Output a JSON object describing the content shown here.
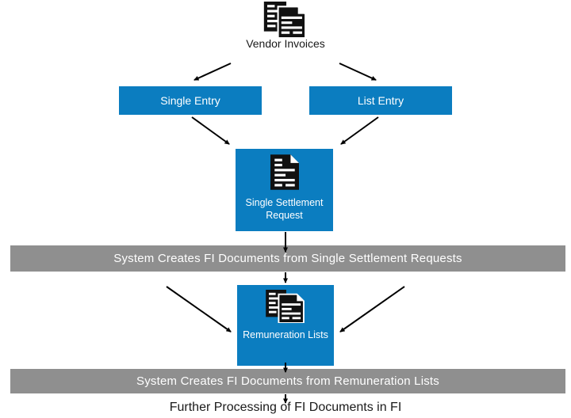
{
  "colors": {
    "accent_blue": "#0b7dc0",
    "banner_gray": "#8f8f8f",
    "arrow_black": "#000000",
    "text_black": "#1a1a1a",
    "text_white": "#ffffff"
  },
  "icons": {
    "vendor_invoices": "documents-stack-icon",
    "single_settlement_request": "document-icon",
    "remuneration_lists": "documents-stack-icon"
  },
  "diagram": {
    "source": {
      "label": "Vendor Invoices"
    },
    "entry_nodes": [
      {
        "label": "Single Entry"
      },
      {
        "label": "List Entry"
      }
    ],
    "settlement_node": {
      "label": "Single Settlement Request"
    },
    "banner_ssr": {
      "label": "System Creates FI Documents from Single Settlement Requests"
    },
    "remuneration_node": {
      "label": "Remuneration Lists"
    },
    "banner_rl": {
      "label": "System Creates FI Documents from Remuneration Lists"
    },
    "footer": {
      "label": "Further Processing of FI Documents in FI"
    }
  }
}
